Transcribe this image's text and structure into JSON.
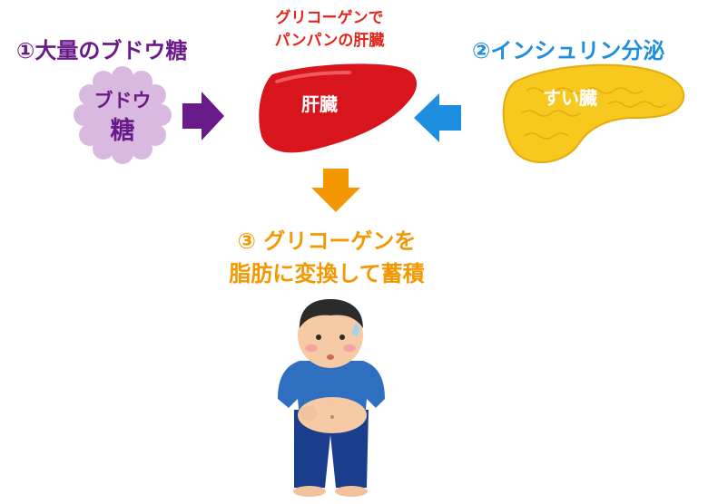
{
  "step1": {
    "number": "①",
    "text": "大量のブドウ糖"
  },
  "step2": {
    "number": "②",
    "text": "インシュリン分泌"
  },
  "liver": {
    "caption_line1": "グリコーゲンで",
    "caption_line2": "パンパンの肝臓",
    "label": "肝臓"
  },
  "glucose_badge": {
    "line1": "ブドウ",
    "line2": "糖"
  },
  "pancreas": {
    "label": "すい臓"
  },
  "step3": {
    "number": "③",
    "line1": "グリコーゲンを",
    "line2": "脂肪に変換して蓄積"
  },
  "colors": {
    "step1": "#6a1b8a",
    "step2": "#1e8fe0",
    "step3": "#f39800",
    "liver": "#d8141c",
    "badge": "#d9b9df",
    "pancreas": "#f7c81e"
  }
}
